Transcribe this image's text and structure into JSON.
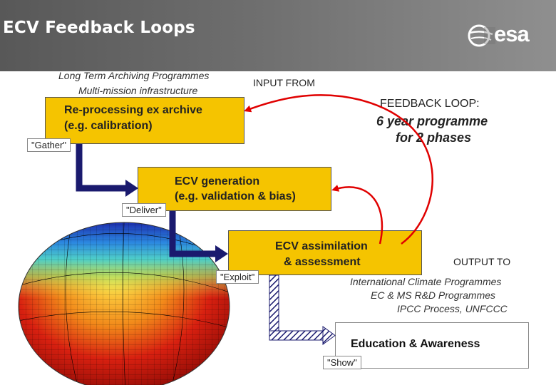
{
  "header": {
    "title": "ECV Feedback Loops",
    "logo_text": "esa"
  },
  "colors": {
    "header_bg": "#6e6e6e",
    "box_fill": "#f5c400",
    "arrow_red": "#e00000",
    "arrow_navy": "#1a1a6e"
  },
  "inputs": {
    "line1": "Long Term Archiving Programmes",
    "line2": "Multi-mission infrastructure",
    "input_from": "INPUT FROM"
  },
  "feedback": {
    "label": "FEEDBACK LOOP:",
    "line1": "6 year programme",
    "line2": "for 2 phases"
  },
  "steps": {
    "reprocessing": {
      "line1": "Re-processing ex archive",
      "line2": "(e.g. calibration)",
      "tag": "\"Gather\""
    },
    "generation": {
      "line1": "ECV generation",
      "line2": "(e.g. validation & bias)",
      "tag": "\"Deliver\""
    },
    "assimilation": {
      "line1": "ECV assimilation",
      "line2": "& assessment",
      "tag": "\"Exploit\""
    },
    "education": {
      "label": "Education & Awareness",
      "tag": "\"Show\""
    }
  },
  "outputs": {
    "output_to": "OUTPUT TO",
    "line1": "International Climate Programmes",
    "line2": "EC & MS R&D Programmes",
    "line3": "IPCC Process, UNFCCC"
  }
}
